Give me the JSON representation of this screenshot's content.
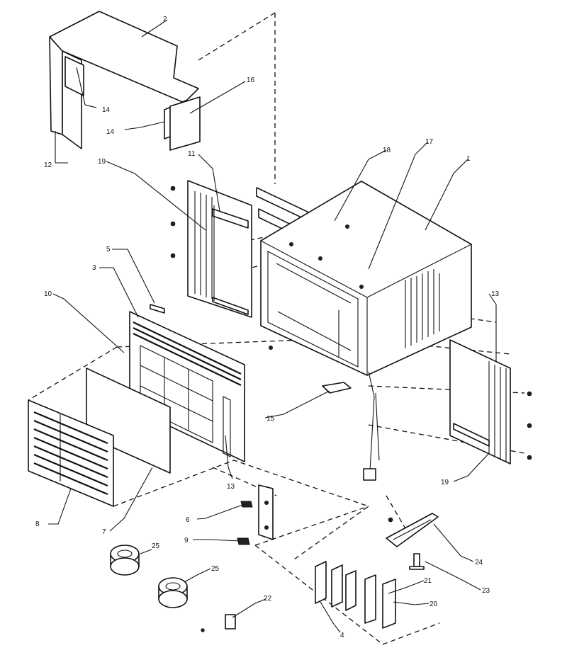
{
  "callouts": [
    "1",
    "2",
    "3",
    "4",
    "5",
    "6",
    "7",
    "8",
    "9",
    "10",
    "11",
    "12",
    "13",
    "13",
    "14",
    "14",
    "15",
    "16",
    "17",
    "18",
    "19",
    "19",
    "20",
    "21",
    "22",
    "23",
    "24",
    "25",
    "25"
  ]
}
